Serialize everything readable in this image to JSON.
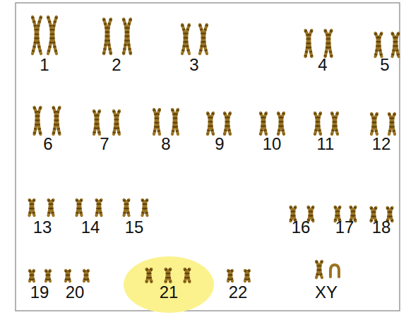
{
  "diagram": {
    "labels": [
      "1",
      "2",
      "3",
      "4",
      "5",
      "6",
      "7",
      "8",
      "9",
      "10",
      "11",
      "12",
      "13",
      "14",
      "15",
      "16",
      "17",
      "18",
      "19",
      "20",
      "21",
      "22",
      "XY"
    ]
  }
}
